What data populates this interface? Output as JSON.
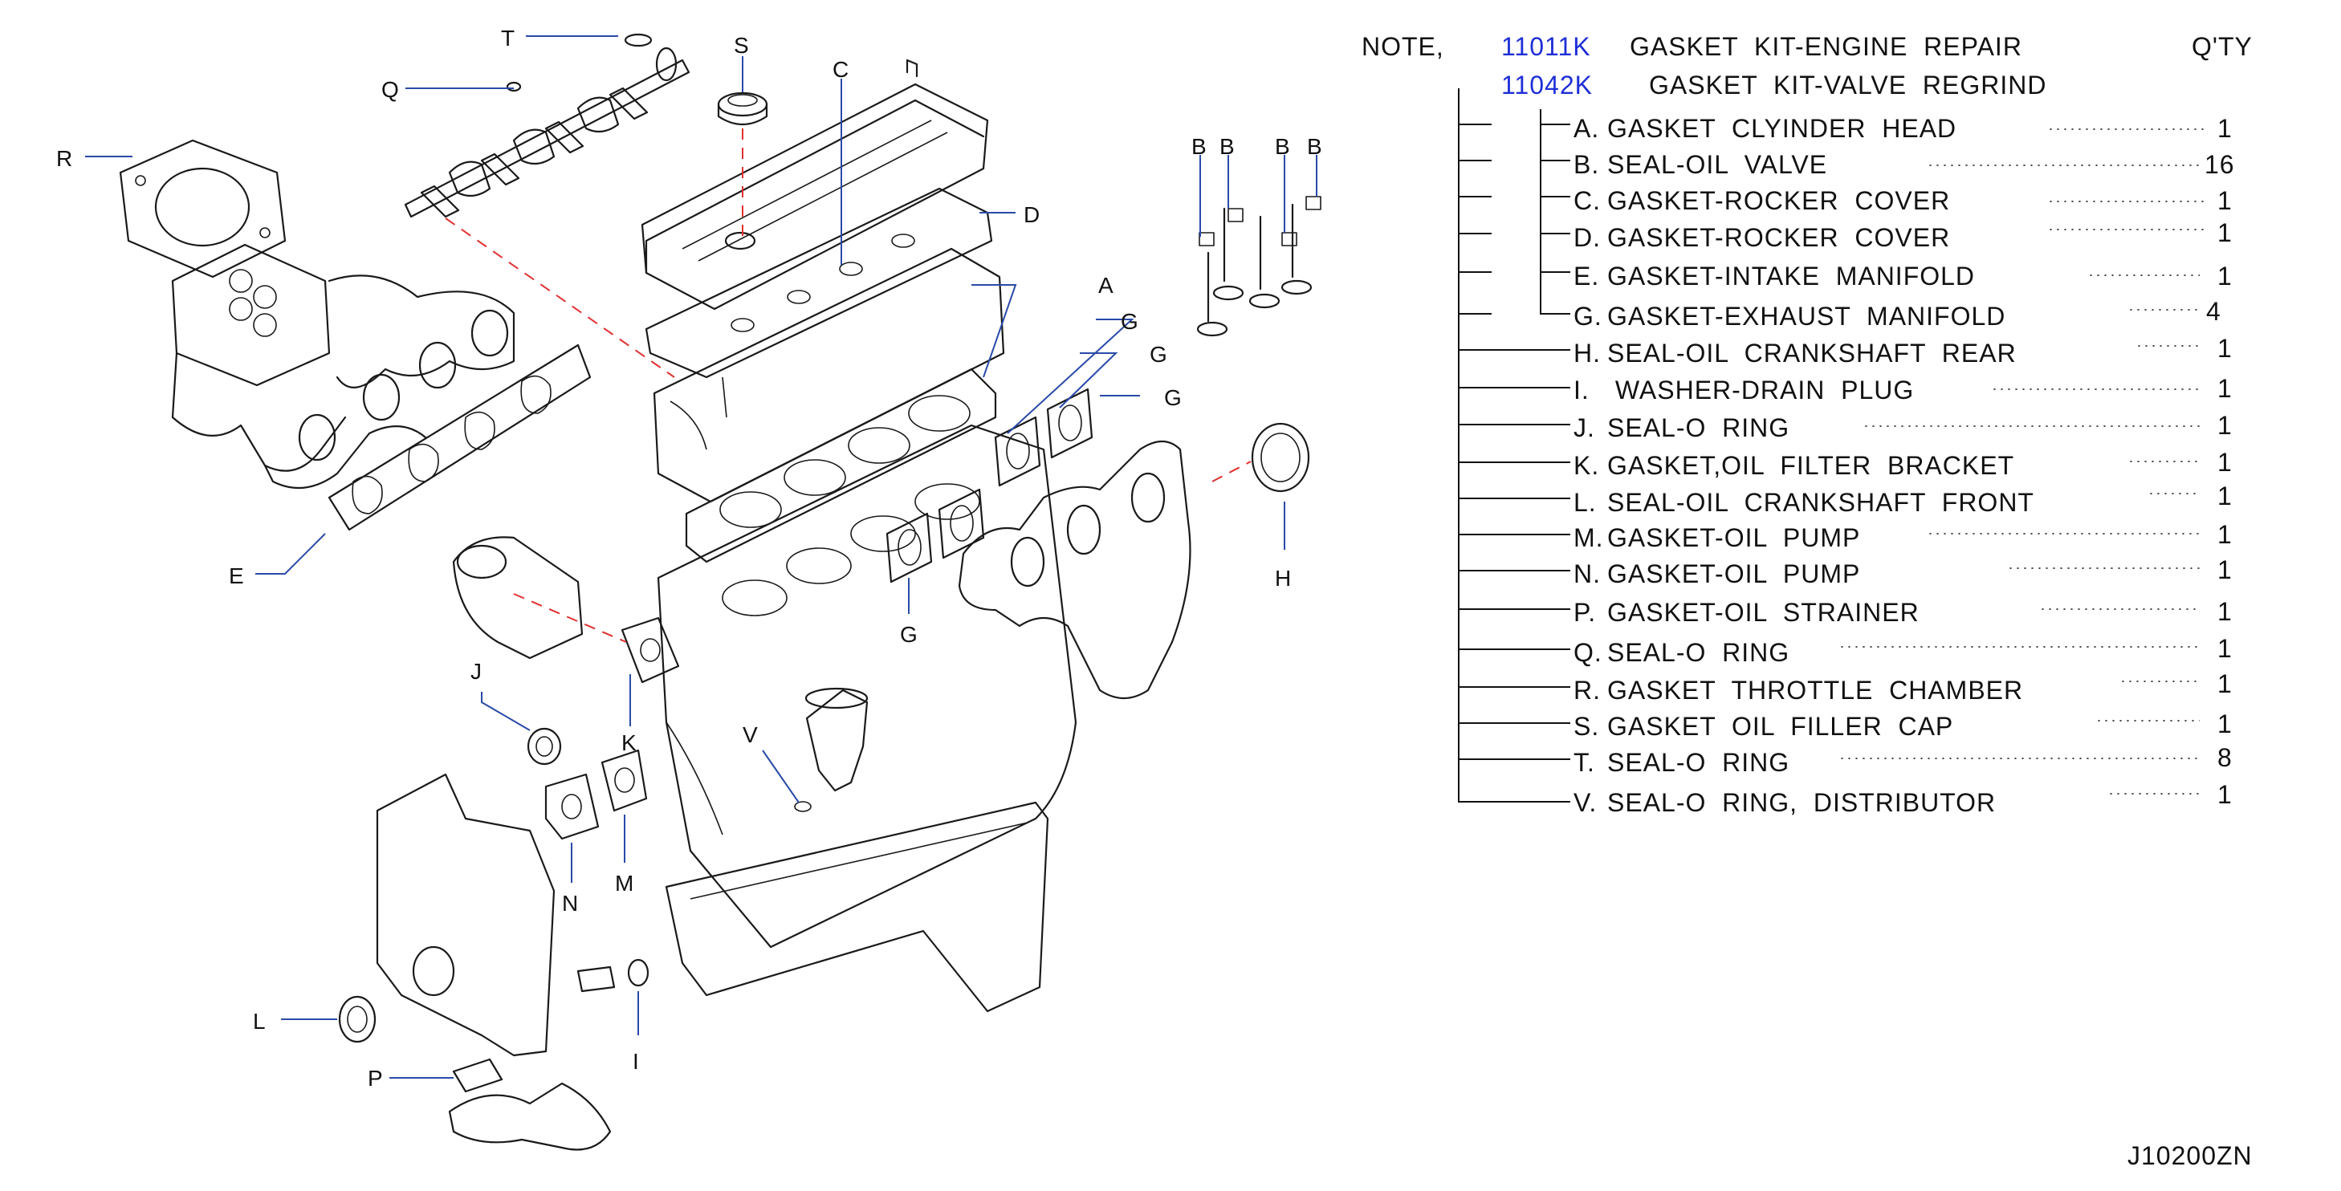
{
  "note": {
    "label": "NOTE,",
    "qty_header": "Q'TY",
    "kits": [
      {
        "code": "11011K",
        "name": "GASKET  KIT-ENGINE  REPAIR"
      },
      {
        "code": "11042K",
        "name": "GASKET  KIT-VALVE  REGRIND"
      }
    ]
  },
  "parts": [
    {
      "letter": "A.",
      "name": "GASKET  CLYINDER  HEAD",
      "qty": "1"
    },
    {
      "letter": "B.",
      "name": "SEAL-OIL  VALVE",
      "qty": "16"
    },
    {
      "letter": "C.",
      "name": "GASKET-ROCKER  COVER",
      "qty": "1"
    },
    {
      "letter": "D.",
      "name": "GASKET-ROCKER  COVER",
      "qty": "1"
    },
    {
      "letter": "E.",
      "name": "GASKET-INTAKE  MANIFOLD",
      "qty": "1"
    },
    {
      "letter": "G.",
      "name": "GASKET-EXHAUST  MANIFOLD",
      "qty": "4"
    },
    {
      "letter": "H.",
      "name": "SEAL-OIL  CRANKSHAFT  REAR",
      "qty": "1"
    },
    {
      "letter": "I.",
      "name": " WASHER-DRAIN  PLUG",
      "qty": "1"
    },
    {
      "letter": "J.",
      "name": "SEAL-O  RING",
      "qty": "1"
    },
    {
      "letter": "K.",
      "name": "GASKET,OIL  FILTER  BRACKET",
      "qty": "1"
    },
    {
      "letter": "L.",
      "name": "SEAL-OIL  CRANKSHAFT  FRONT",
      "qty": "1"
    },
    {
      "letter": "M.",
      "name": "GASKET-OIL  PUMP",
      "qty": "1"
    },
    {
      "letter": "N.",
      "name": "GASKET-OIL  PUMP",
      "qty": "1"
    },
    {
      "letter": "P.",
      "name": "GASKET-OIL  STRAINER",
      "qty": "1"
    },
    {
      "letter": "Q.",
      "name": "SEAL-O  RING",
      "qty": "1"
    },
    {
      "letter": "R.",
      "name": "GASKET  THROTTLE  CHAMBER",
      "qty": "1"
    },
    {
      "letter": "S.",
      "name": "GASKET  OIL  FILLER  CAP",
      "qty": "1"
    },
    {
      "letter": "T.",
      "name": "SEAL-O  RING",
      "qty": "8"
    },
    {
      "letter": "V.",
      "name": "SEAL-O  RING,  DISTRIBUTOR",
      "qty": "1"
    }
  ],
  "callouts": {
    "T": "T",
    "S": "S",
    "C": "C",
    "Q": "Q",
    "R": "R",
    "D": "D",
    "B": "B",
    "A": "A",
    "G": "G",
    "E": "E",
    "H": "H",
    "J": "J",
    "K": "K",
    "V": "V",
    "N": "N",
    "M": "M",
    "L": "L",
    "P": "P",
    "I": "I"
  },
  "colors": {
    "kit_code": "#1e2fd6",
    "leader": "#2a4aa8",
    "alignment_dash": "#e03030"
  },
  "diagram_code": "J10200ZN"
}
